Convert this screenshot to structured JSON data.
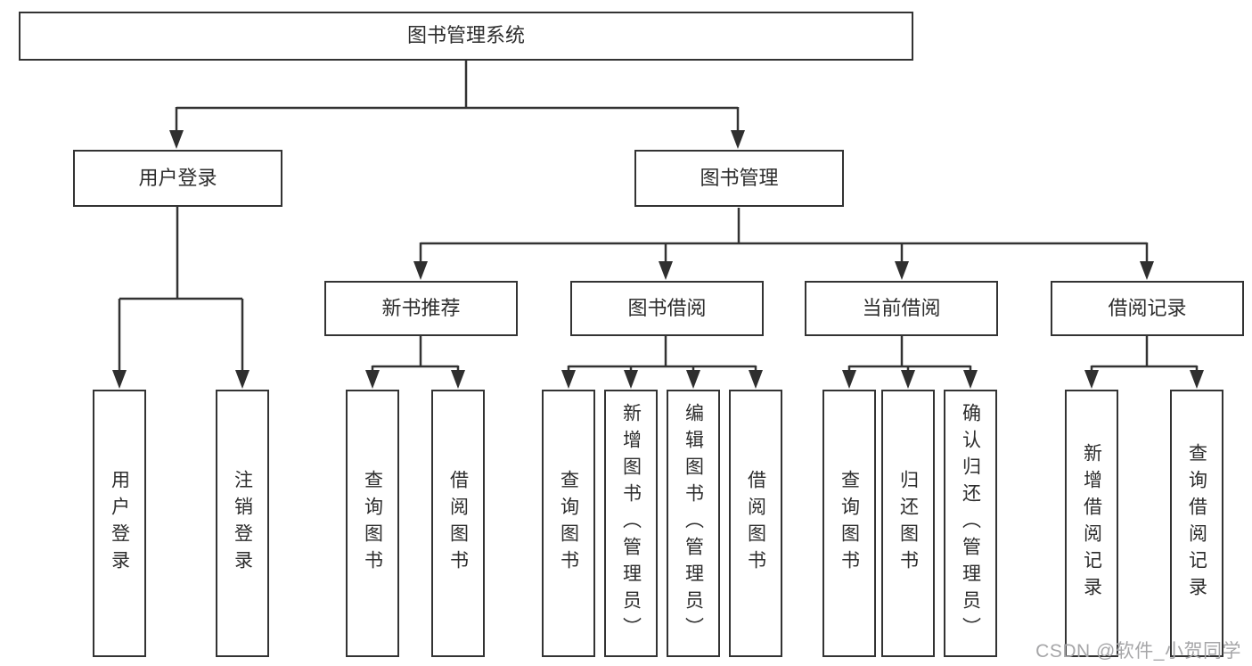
{
  "diagram_title": "图书管理系统",
  "watermark": "CSDN @软件_小贺同学",
  "colors": {
    "line": "#333333",
    "box_border": "#333333",
    "text": "#2d2d2d",
    "watermark": "#a6a6a8",
    "background": "#ffffff"
  },
  "tree": {
    "label": "图书管理系统",
    "children": [
      {
        "label": "用户登录",
        "children": [
          {
            "label": "用户登录"
          },
          {
            "label": "注销登录"
          }
        ]
      },
      {
        "label": "图书管理",
        "children": [
          {
            "label": "新书推荐",
            "children": [
              {
                "label": "查询图书"
              },
              {
                "label": "借阅图书"
              }
            ]
          },
          {
            "label": "图书借阅",
            "children": [
              {
                "label": "查询图书"
              },
              {
                "label": "新增图书（管理员）"
              },
              {
                "label": "编辑图书（管理员）"
              },
              {
                "label": "借阅图书"
              }
            ]
          },
          {
            "label": "当前借阅",
            "children": [
              {
                "label": "查询图书"
              },
              {
                "label": "归还图书"
              },
              {
                "label": "确认归还（管理员）"
              }
            ]
          },
          {
            "label": "借阅记录",
            "children": [
              {
                "label": "新增借阅记录"
              },
              {
                "label": "查询借阅记录"
              }
            ]
          }
        ]
      }
    ]
  }
}
